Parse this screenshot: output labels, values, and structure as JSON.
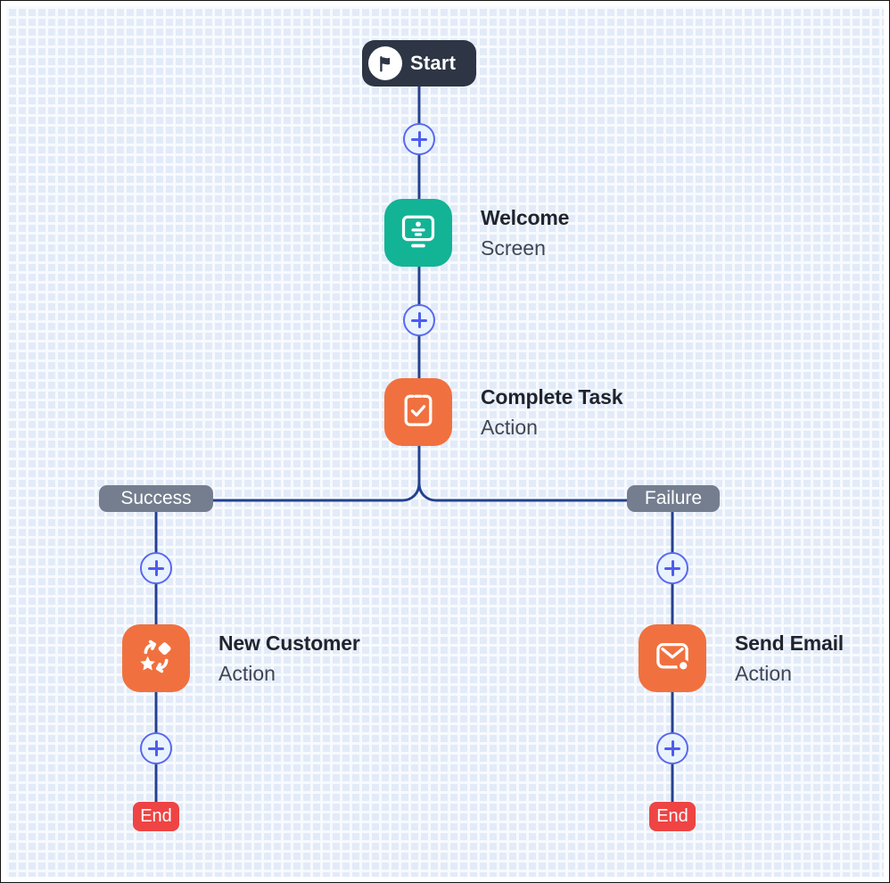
{
  "canvas": {
    "grid_cell_color": "#e3ebf8",
    "grid_line_color": "#f7fafe",
    "connector_color": "#24418f"
  },
  "start_node": {
    "label": "Start",
    "color": "#2e3544",
    "icon": "flag-icon"
  },
  "steps": [
    {
      "title": "Welcome",
      "subtitle": "Screen",
      "icon": "monitor-user-icon",
      "color": "#12b495"
    },
    {
      "title": "Complete Task",
      "subtitle": "Action",
      "icon": "clipboard-check-icon",
      "color": "#f0713f"
    },
    {
      "title": "New Customer",
      "subtitle": "Action",
      "icon": "shapes-sync-icon",
      "color": "#f0713f"
    },
    {
      "title": "Send Email",
      "subtitle": "Action",
      "icon": "envelope-dot-icon",
      "color": "#f0713f"
    }
  ],
  "branch_labels": [
    {
      "label": "Success",
      "color": "#747e8f"
    },
    {
      "label": "Failure",
      "color": "#747e8f"
    }
  ],
  "end_nodes": [
    {
      "label": "End",
      "color": "#ee4444"
    },
    {
      "label": "End",
      "color": "#ee4444"
    }
  ],
  "add_button": {
    "symbol": "+",
    "fill": "#e9f3fd",
    "border": "#5a68ee"
  }
}
